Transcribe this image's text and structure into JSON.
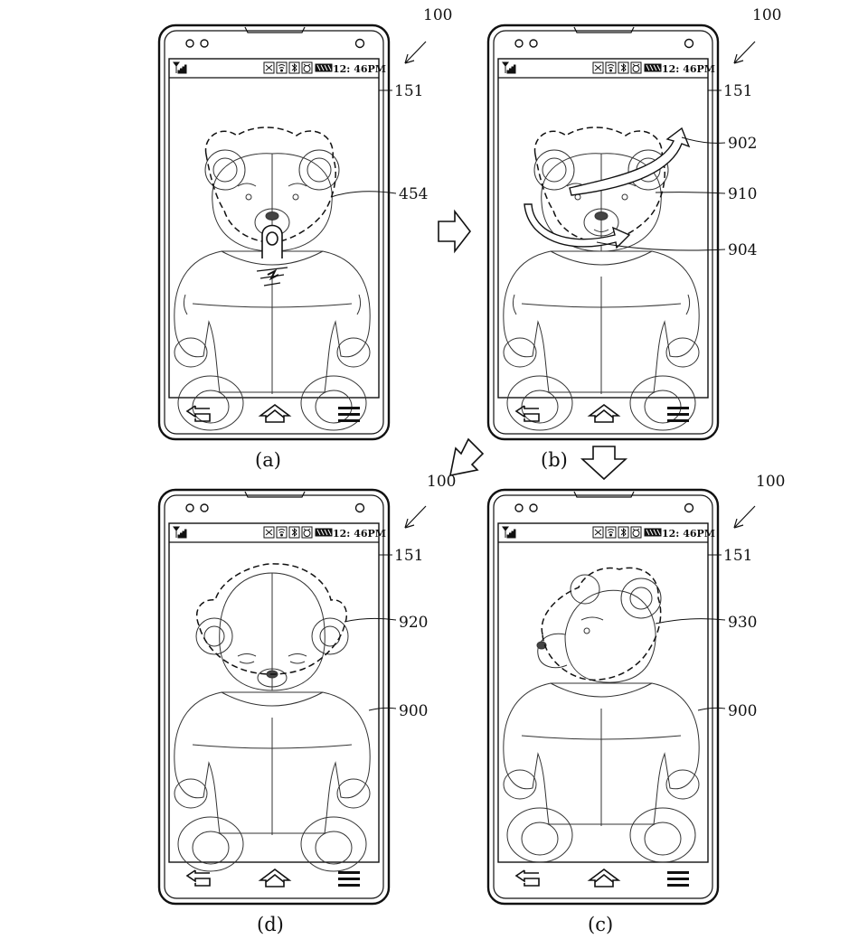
{
  "panels": [
    {
      "id": "a",
      "label": "(a)",
      "device_ref": "100",
      "screen_ref": "151",
      "callouts": [
        "454"
      ]
    },
    {
      "id": "b",
      "label": "(b)",
      "device_ref": "100",
      "screen_ref": "151",
      "callouts": [
        "902",
        "910",
        "904"
      ]
    },
    {
      "id": "d",
      "label": "(d)",
      "device_ref": "100",
      "screen_ref": "151",
      "callouts": [
        "920",
        "900"
      ]
    },
    {
      "id": "c",
      "label": "(c)",
      "device_ref": "100",
      "screen_ref": "151",
      "callouts": [
        "930",
        "900"
      ]
    }
  ],
  "status_bar": {
    "time": "12: 46PM"
  },
  "nav_icons": [
    "back-icon",
    "home-icon",
    "menu-icon"
  ],
  "status_icons": [
    "signal-icon",
    "sim-icon",
    "wifi-icon",
    "bluetooth-icon",
    "alarm-icon",
    "battery-icon"
  ],
  "transition_arrows": [
    "right-arrow-icon",
    "down-arrow-icon",
    "down-left-arrow-icon"
  ]
}
